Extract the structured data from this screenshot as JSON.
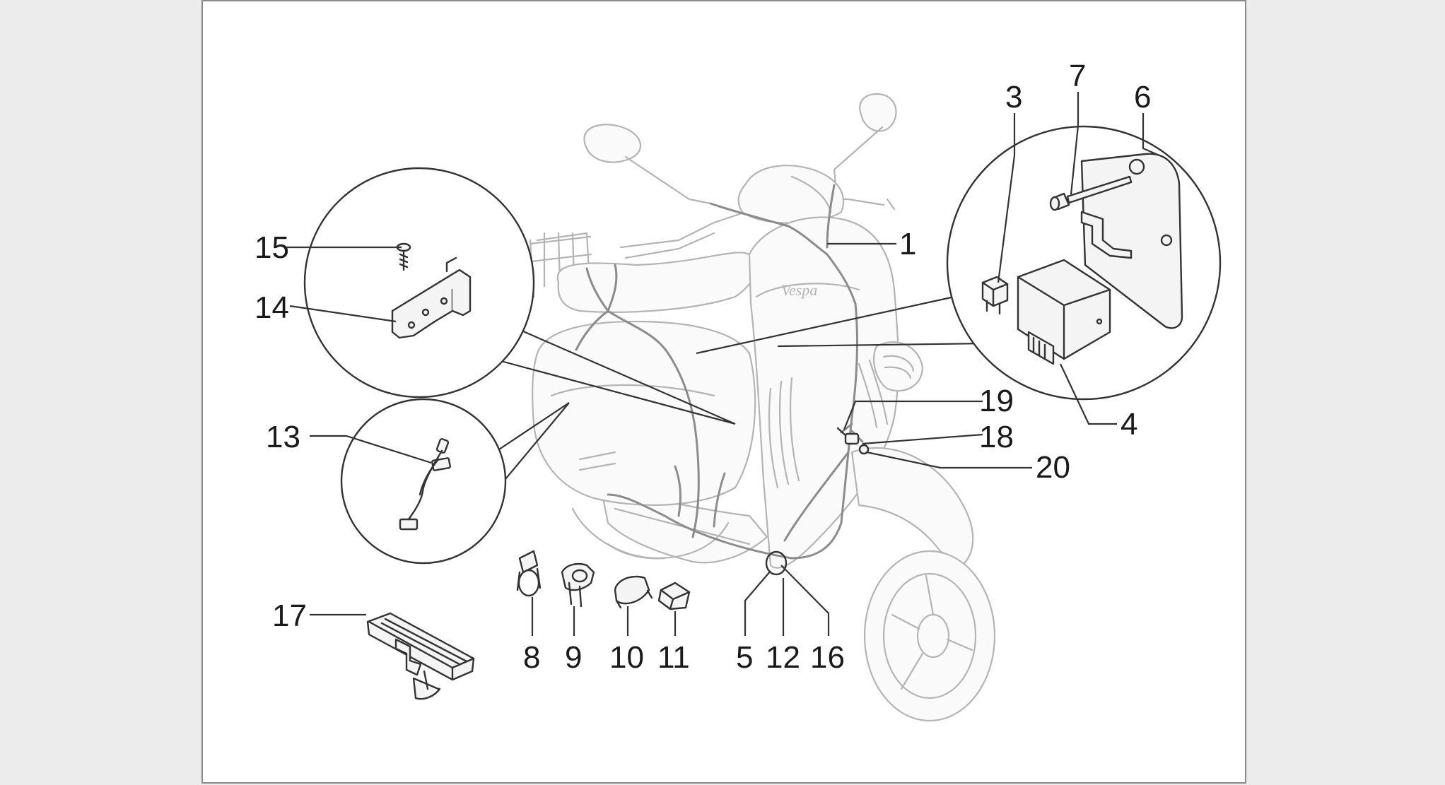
{
  "diagram": {
    "background_color": "#ececec",
    "panel_color": "#ffffff",
    "line_color": "#333333",
    "ghost_color": "#b4b4b4"
  },
  "labels": {
    "p1": "1",
    "p3": "3",
    "p4": "4",
    "p5": "5",
    "p6": "6",
    "p7": "7",
    "p8": "8",
    "p9": "9",
    "p10": "10",
    "p11": "11",
    "p12": "12",
    "p13": "13",
    "p14": "14",
    "p15": "15",
    "p16": "16",
    "p17": "17",
    "p18": "18",
    "p19": "19",
    "p20": "20"
  },
  "logo_text": "Vespa"
}
